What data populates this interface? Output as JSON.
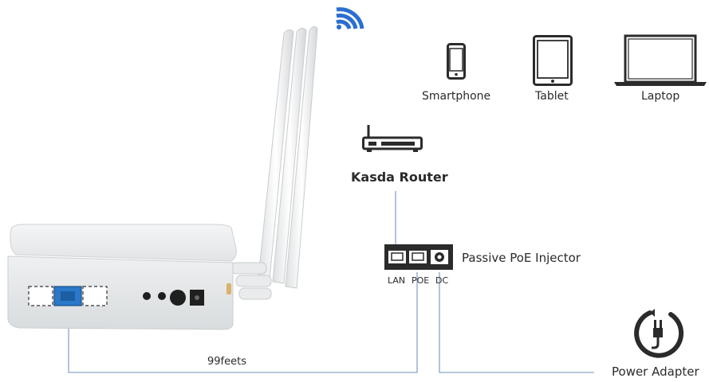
{
  "devices": {
    "smartphone": "Smartphone",
    "tablet": "Tablet",
    "laptop": "Laptop"
  },
  "router": {
    "label": "Kasda Router"
  },
  "injector": {
    "label": "Passive PoE Injector",
    "ports": {
      "lan": "LAN",
      "poe": "POE",
      "dc": "DC"
    }
  },
  "cable": {
    "distance_label": "99feets"
  },
  "power": {
    "label": "Power Adapter"
  },
  "colors": {
    "wifi_blue": "#2a6fd1",
    "port_blue": "#2b78c8",
    "connector_line": "#8aa6c8",
    "icon_dark": "#2b2b2b"
  },
  "icons": [
    "wifi-icon",
    "smartphone-icon",
    "tablet-icon",
    "laptop-icon",
    "router-icon",
    "poe-injector-icon",
    "power-plug-icon"
  ]
}
